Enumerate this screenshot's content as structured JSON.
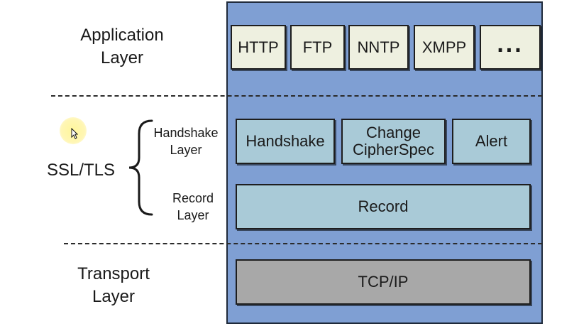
{
  "labels": {
    "application": [
      "Application",
      "Layer"
    ],
    "ssl": "SSL/TLS",
    "handshake": [
      "Handshake",
      "Layer"
    ],
    "record": [
      "Record",
      "Layer"
    ],
    "transport": [
      "Transport",
      "Layer"
    ]
  },
  "protocols": {
    "application": [
      "HTTP",
      "FTP",
      "NNTP",
      "XMPP",
      "..."
    ],
    "handshake": [
      "Handshake",
      [
        "Change",
        "CipherSpec"
      ],
      "Alert"
    ],
    "record": "Record",
    "transport": "TCP/IP"
  },
  "colors": {
    "stack_background": "#7f9fd3",
    "app_box": "#eef0e0",
    "ssl_box": "#a9cad7",
    "tcp_box": "#a8a8a8"
  },
  "icons": [
    "pointer-cursor-icon",
    "curly-brace-icon"
  ]
}
